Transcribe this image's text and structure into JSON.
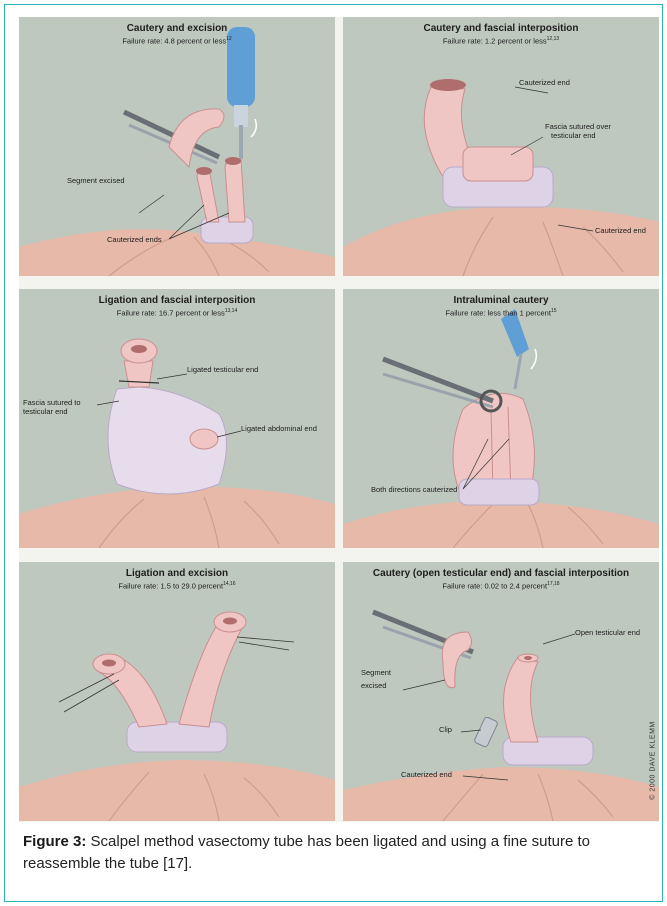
{
  "panels": [
    {
      "title": "Cautery and excision",
      "failure": "Failure rate: 4.8 percent or less",
      "ref": "12",
      "labels": [
        "Segment excised",
        "Cauterized ends"
      ]
    },
    {
      "title": "Cautery and fascial interposition",
      "failure": "Failure rate: 1.2 percent or less",
      "ref": "12,13",
      "labels": [
        "Cauterized end",
        "Fascia sutured over",
        "testicular end",
        "Cauterized end"
      ]
    },
    {
      "title": "Ligation and fascial interposition",
      "failure": "Failure rate: 16.7 percent or less",
      "ref": "13,14",
      "labels": [
        "Ligated testicular end",
        "Fascia sutured to",
        "testicular end",
        "Ligated abdominal end"
      ]
    },
    {
      "title": "Intraluminal cautery",
      "failure": "Failure rate: less than 1 percent",
      "ref": "15",
      "labels": [
        "Both directions cauterized"
      ]
    },
    {
      "title": "Ligation and excision",
      "failure": "Failure rate: 1.5 to 29.0 percent",
      "ref": "14,16",
      "labels": []
    },
    {
      "title": "Cautery (open testicular end) and fascial interposition",
      "failure": "Failure rate: 0.02 to 2.4 percent",
      "ref": "17,18",
      "labels": [
        "Open testicular end",
        "Segment",
        "excised",
        "Clip",
        "Cauterized end"
      ]
    }
  ],
  "credit": "© 2000 DAVE KLEMM",
  "caption": {
    "label": "Figure 3:",
    "text": " Scalpel method vasectomy tube has been ligated and using a fine suture to reassemble the tube [17]."
  },
  "colors": {
    "frame": "#2bb3b8",
    "panel_bg": "#bfc8bf",
    "skin": "#e6b9a8",
    "vas": "#efc6c3",
    "fascia": "#ddd2e6",
    "instrument": "#5f9fd6"
  }
}
